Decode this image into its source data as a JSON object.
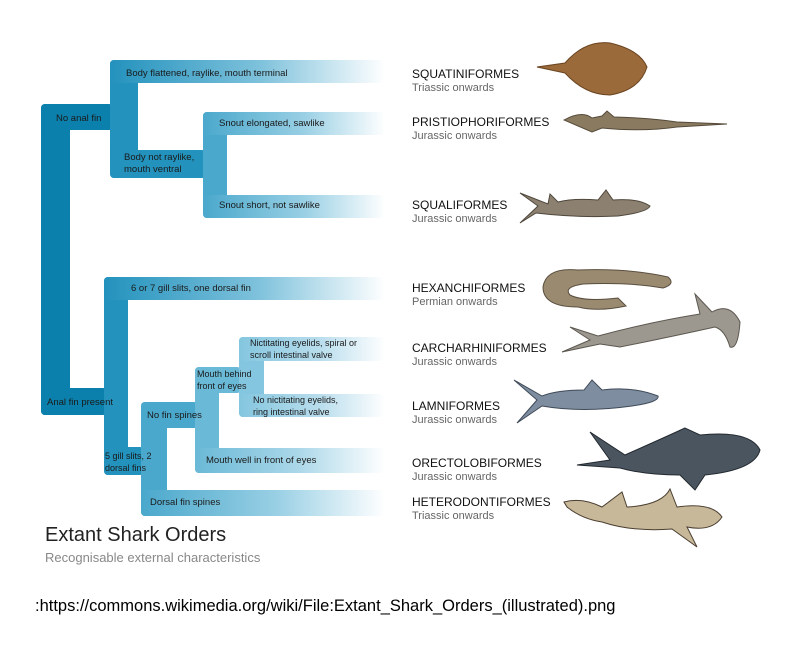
{
  "tree": {
    "root_split": [
      "No anal fin",
      "Anal fin present"
    ],
    "no_anal_fin": {
      "a": "Body flattened, raylike, mouth terminal",
      "b": "Body not raylike, mouth ventral",
      "b1": "Snout elongated, sawlike",
      "b2": "Snout short, not sawlike"
    },
    "anal_fin_present": {
      "a": "6 or 7 gill slits, one dorsal fin",
      "b": "5 gill slits, 2 dorsal fins",
      "b_nospine": "No fin spines",
      "b_spine": "Dorsal fin spines",
      "mouth_behind": "Mouth behind front of eyes",
      "mouth_front": "Mouth well in front of eyes",
      "nict": "Nictitating eyelids, spiral or scroll intestinal valve",
      "nonict": "No nictitating eyelids, ring intestinal valve"
    }
  },
  "orders": [
    {
      "name": "SQUATINIFORMES",
      "period": "Triassic onwards"
    },
    {
      "name": "PRISTIOPHORIFORMES",
      "period": "Jurassic onwards"
    },
    {
      "name": "SQUALIFORMES",
      "period": "Jurassic onwards"
    },
    {
      "name": "HEXANCHIFORMES",
      "period": "Permian onwards"
    },
    {
      "name": "CARCHARHINIFORMES",
      "period": "Jurassic onwards"
    },
    {
      "name": "LAMNIFORMES",
      "period": "Jurassic onwards"
    },
    {
      "name": "ORECTOLOBIFORMES",
      "period": "Jurassic onwards"
    },
    {
      "name": "HETERODONTIFORMES",
      "period": "Triassic onwards"
    }
  ],
  "title": "Extant Shark Orders",
  "subtitle": "Recognisable external characteristics",
  "source": ":https://commons.wikimedia.org/wiki/File:Extant_Shark_Orders_(illustrated).png"
}
